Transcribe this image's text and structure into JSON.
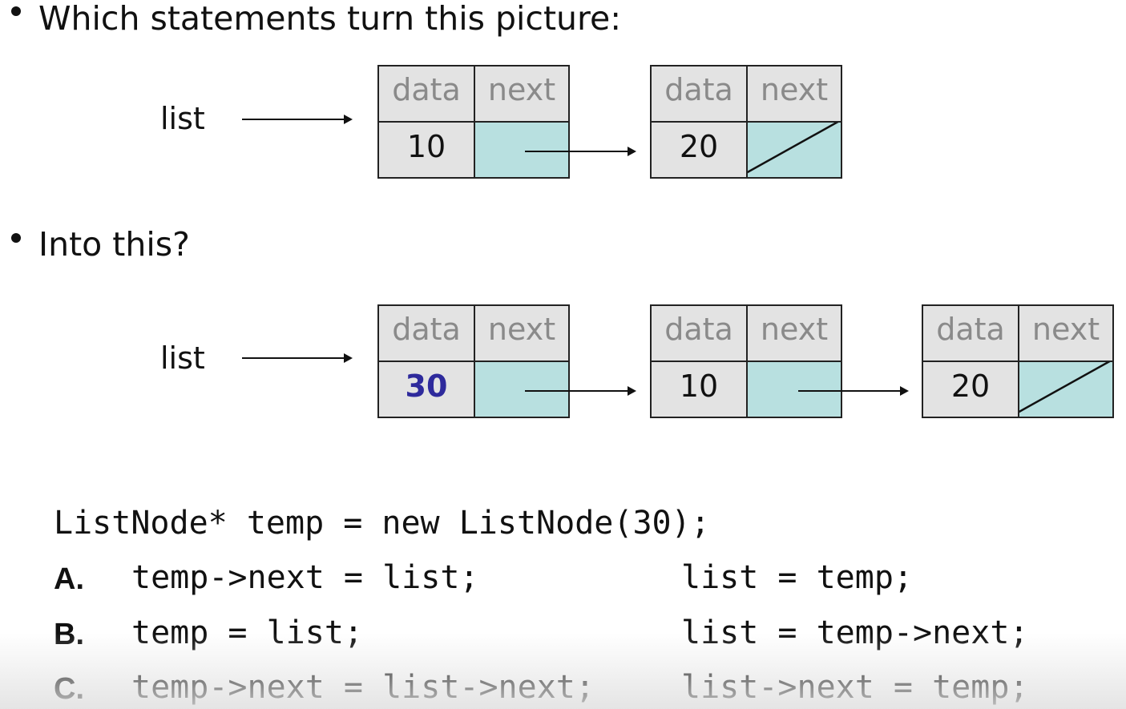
{
  "question1": "Which statements turn this picture:",
  "question2": "Into this?",
  "list_label": "list",
  "header_data": "data",
  "header_next": "next",
  "before": {
    "values": [
      "10",
      "20"
    ]
  },
  "after": {
    "values": [
      "30",
      "10",
      "20"
    ]
  },
  "code_decl": "ListNode* temp = new ListNode(30);",
  "options": [
    {
      "letter": "A.",
      "stmt1": "temp->next = list;",
      "stmt2": "list = temp;"
    },
    {
      "letter": "B.",
      "stmt1": "temp = list;",
      "stmt2": "list = temp->next;"
    },
    {
      "letter": "C.",
      "stmt1": "temp->next = list->next;",
      "stmt2": "list->next = temp;"
    }
  ],
  "colors": {
    "next_cell": "#b8e0e0",
    "node_bg": "#e3e3e3",
    "new_value": "#2e2a9c"
  }
}
